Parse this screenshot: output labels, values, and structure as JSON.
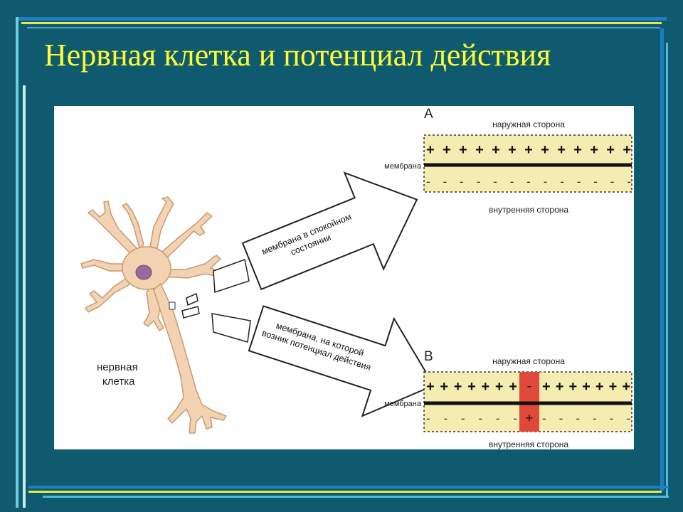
{
  "slide": {
    "title": "Нервная клетка и потенциал действия"
  },
  "diagram": {
    "neuron_label": [
      "нервная",
      "клетка"
    ],
    "arrow_top_label": [
      "мембрана в спокойном",
      "состоянии"
    ],
    "arrow_bottom_label": [
      "мембрана, на которой",
      "возник потенциал действия"
    ],
    "panel_a": {
      "letter": "А",
      "outer": "наружная сторона",
      "inner": "внутренняя сторона",
      "membrane": "мембрана",
      "top_signs": "+ + + + + + + + + + + + +",
      "bottom_signs": "- - - - - - - - - - - - -"
    },
    "panel_b": {
      "letter": "В",
      "outer": "наружная сторона",
      "inner": "внутренняя сторона",
      "membrane": "мембрана",
      "top_left_signs": "+ + + + + + +",
      "top_right_signs": "+ + + + + + +",
      "bottom_left_signs": "- - - - - -",
      "bottom_right_signs": "- - - - - -",
      "depol_top": "-",
      "depol_bottom": "+"
    },
    "colors": {
      "background": "#0f5a6e",
      "title": "#ffff33",
      "membrane_fill": "#f4ecb0",
      "depolarized": "#e0483a",
      "neuron": "#f2d2b0",
      "neuron_stroke": "#c79a72"
    }
  }
}
